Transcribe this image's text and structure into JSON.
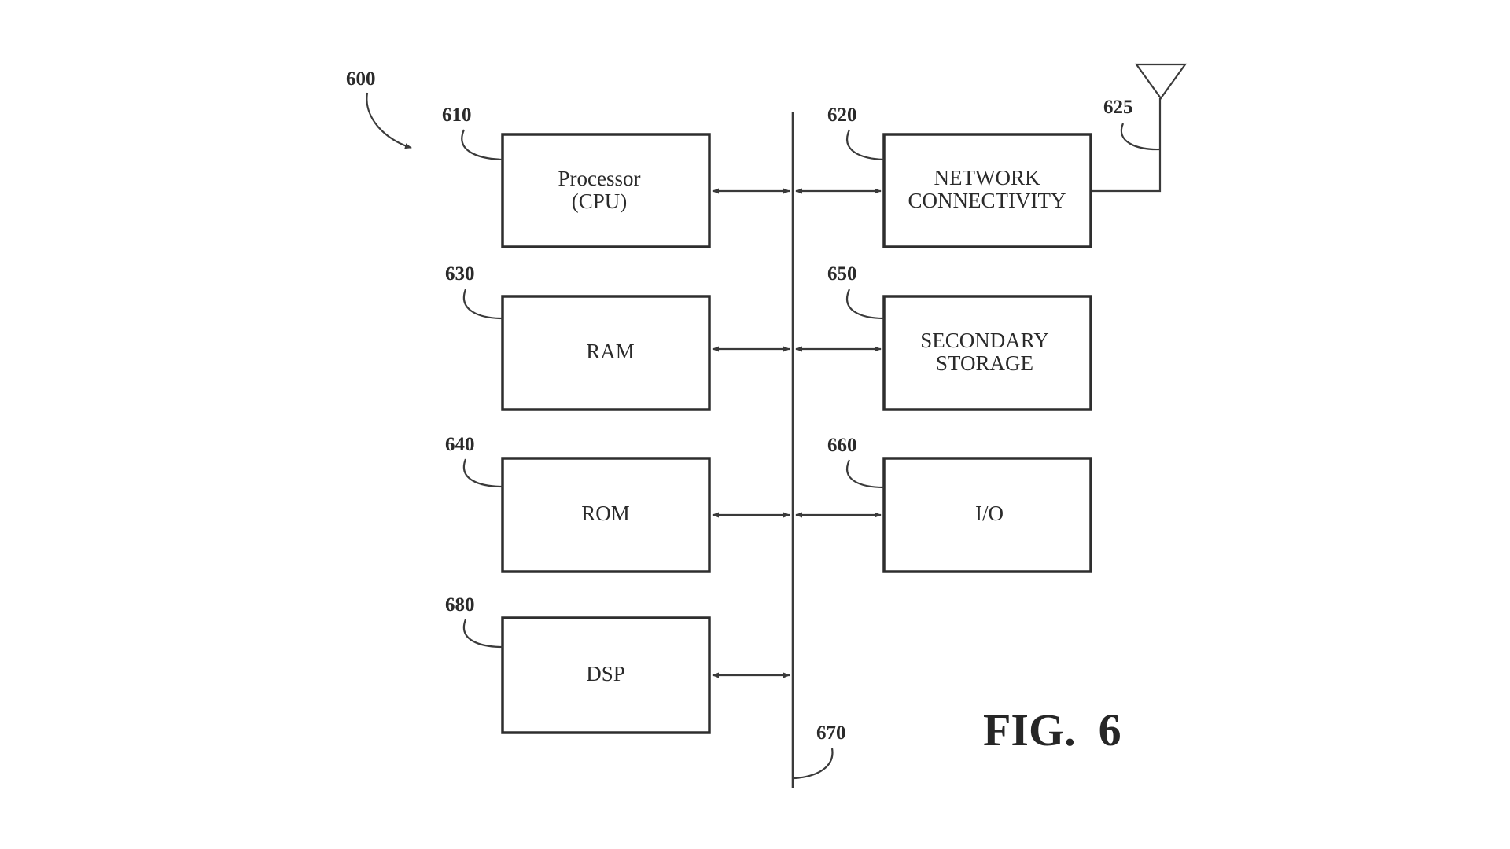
{
  "figure": {
    "ref": "600",
    "label": "FIG.  6"
  },
  "bus": {
    "ref": "670"
  },
  "antenna": {
    "ref": "625"
  },
  "blocks": {
    "processor": {
      "ref": "610",
      "line1": "Processor",
      "line2": "(CPU)"
    },
    "network": {
      "ref": "620",
      "line1": "NETWORK",
      "line2": "CONNECTIVITY"
    },
    "ram": {
      "ref": "630",
      "line1": "RAM"
    },
    "secondary_storage": {
      "ref": "650",
      "line1": "SECONDARY",
      "line2": "STORAGE"
    },
    "rom": {
      "ref": "640",
      "line1": "ROM"
    },
    "io": {
      "ref": "660",
      "line1": "I/O"
    },
    "dsp": {
      "ref": "680",
      "line1": "DSP"
    }
  }
}
